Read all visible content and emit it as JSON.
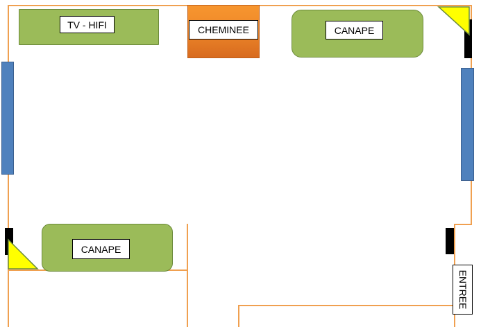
{
  "labels": {
    "tv_hifi": "TV - HIFI",
    "cheminee": "CHEMINEE",
    "canape_top": "CANAPE",
    "canape_bottom": "CANAPE",
    "entree": "ENTREE"
  },
  "icons": {
    "lamp": "yellow-triangle",
    "speaker": "black-rectangle",
    "window": "blue-rectangle"
  },
  "colors": {
    "wall": "#f0a050",
    "furniture": "#9bbb59",
    "window": "#4f81bd",
    "fireplace": "#f08a2a",
    "lamp": "#ffff00",
    "speaker": "#000000"
  }
}
